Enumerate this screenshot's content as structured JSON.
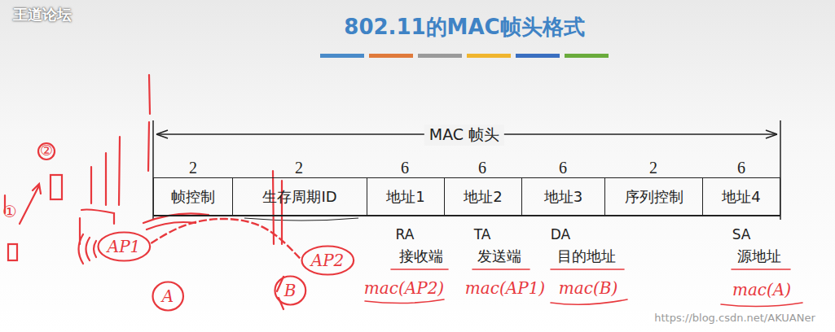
{
  "diagram": {
    "title": "802.11的MAC帧头格式",
    "nodes": [
      {
        "text": [
          "帧控制"
        ]
      },
      {
        "text": [
          "生存周期ID"
        ]
      },
      {
        "text": [
          "地址1"
        ]
      },
      {
        "text": [
          "地址2"
        ]
      },
      {
        "text": [
          "地址3"
        ]
      },
      {
        "text": [
          "序列控制"
        ]
      },
      {
        "text": [
          "地址4"
        ]
      },
      {
        "text": [
          "AP1"
        ]
      },
      {
        "text": [
          "AP2"
        ]
      },
      {
        "text": [
          "A"
        ]
      },
      {
        "text": [
          "B"
        ]
      }
    ],
    "edges": [
      {
        "from": 7,
        "to": 8,
        "arrow": "none"
      }
    ],
    "labels": [
      "王道论坛",
      "MAC 帧头",
      "2",
      "2",
      "6",
      "6",
      "6",
      "2",
      "6",
      "RA",
      "接收端",
      "TA",
      "发送端",
      "DA",
      "目的地址",
      "SA",
      "源地址",
      "mac(AP2)",
      "mac(AP1)",
      "mac(B)",
      "mac(A)",
      "①",
      "②",
      "https://blog.csdn.net/AKUANer"
    ]
  }
}
